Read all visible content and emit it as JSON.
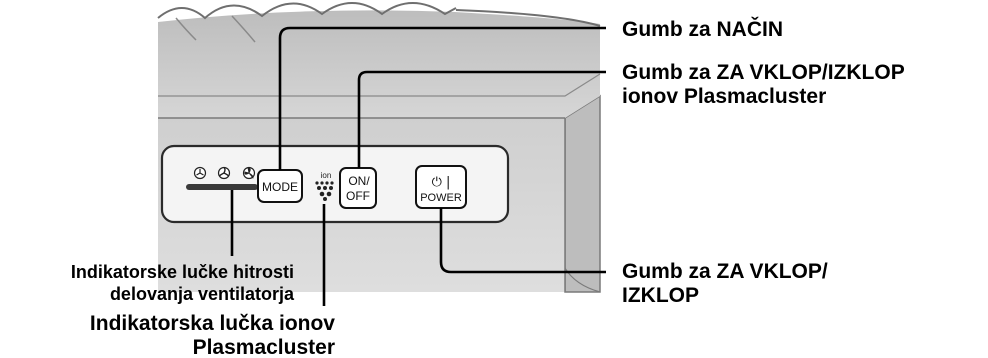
{
  "callouts": {
    "mode_button": "Gumb za NAČIN",
    "ion_button_line1": "Gumb za ZA VKLOP/IZKLOP",
    "ion_button_line2": "ionov Plasmacluster",
    "power_button_line1": "Gumb za ZA VKLOP/",
    "power_button_line2": "IZKLOP",
    "fan_indicators_line1": "Indikatorske lučke hitrosti",
    "fan_indicators_line2": "delovanja ventilatorja",
    "ion_indicator_line1": "Indikatorska lučka ionov",
    "ion_indicator_line2": "Plasmacluster"
  },
  "panel": {
    "mode_label": "MODE",
    "onoff_line1": "ON/",
    "onoff_line2": "OFF",
    "ion_tiny_label": "ion",
    "power_symbol": "⏻ |",
    "power_label": "POWER"
  },
  "icons": [
    "fan-low-icon",
    "fan-medium-icon",
    "fan-high-icon",
    "plasmacluster-dots-icon",
    "power-symbol-icon"
  ]
}
